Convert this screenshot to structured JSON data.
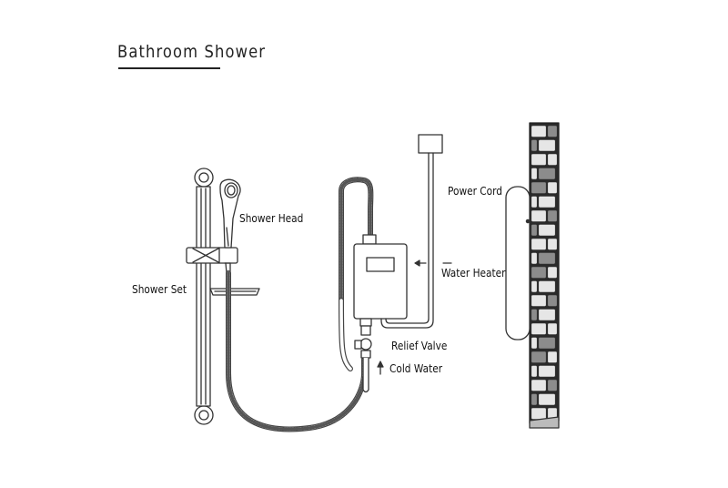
{
  "title": "Bathroom Shower",
  "labels": {
    "shower_head": "Shower Head",
    "shower_set": "Shower Set",
    "power_cord": "Power Cord",
    "water_heater": "Water Heater",
    "relief_valve": "Relief Valve",
    "cold_water": "Cold Water"
  },
  "colors": {
    "line": "#333333",
    "brick_light": "#e6e6e6",
    "brick_dark": "#8c8c8c",
    "mortar": "#2a2a2a"
  }
}
